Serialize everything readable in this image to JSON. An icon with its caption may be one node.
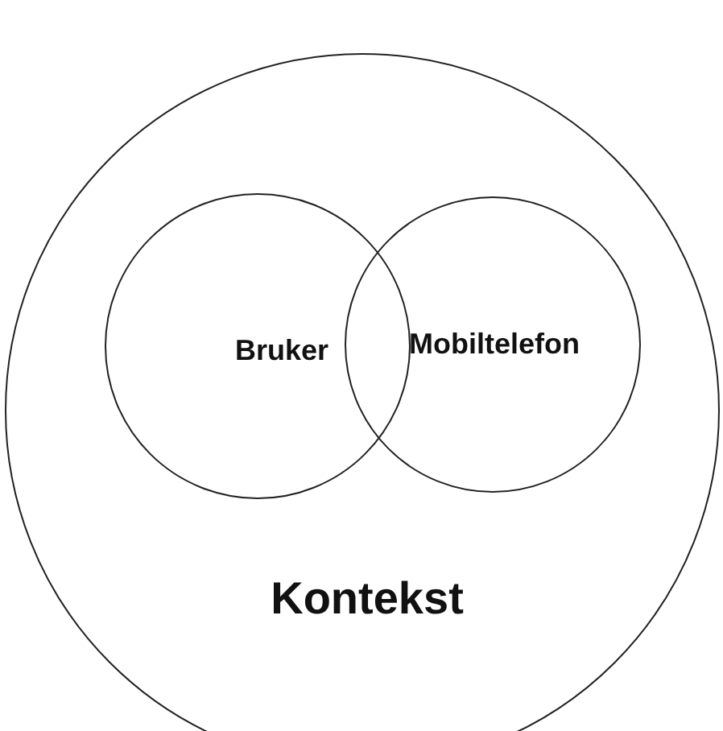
{
  "diagram": {
    "nodes": [
      {
        "text": [
          "Kontekst"
        ]
      },
      {
        "text": [
          "Bruker"
        ],
        "in": 0
      },
      {
        "text": [
          "Mobiltelefon"
        ],
        "in": 0
      }
    ]
  }
}
